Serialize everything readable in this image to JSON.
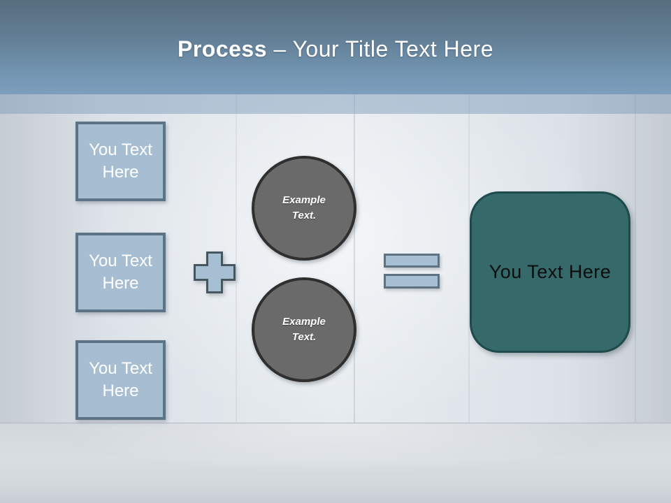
{
  "title": {
    "bold": "Process",
    "rest": " – Your Title Text Here"
  },
  "left_boxes": [
    {
      "label": "You Text Here"
    },
    {
      "label": "You Text Here"
    },
    {
      "label": "You Text Here"
    }
  ],
  "circles": [
    {
      "label": "Example Text."
    },
    {
      "label": "Example Text."
    }
  ],
  "result": {
    "label": "You Text Here"
  },
  "icons": {
    "plus": "plus-icon",
    "equals": "equals-icon"
  },
  "colors": {
    "header_top": "#566d7d",
    "header_bottom": "#7d9fbd",
    "header_fade_band": "#80a0bc",
    "box_fill": "#a7bed2",
    "box_border": "#5d7487",
    "operator_fill": "#a7bfd3",
    "operator_border": "#47575f",
    "circle_fill": "#6a6a6a",
    "circle_border": "#2f2f2f",
    "result_fill": "#35696a",
    "result_border": "#1e4a4b",
    "wall_light": "#e6ebef",
    "wall_edge": "#c6ccd3",
    "floor": "#d2d7dc",
    "text_light": "#ffffff",
    "text_dark": "#0d0d0d"
  }
}
